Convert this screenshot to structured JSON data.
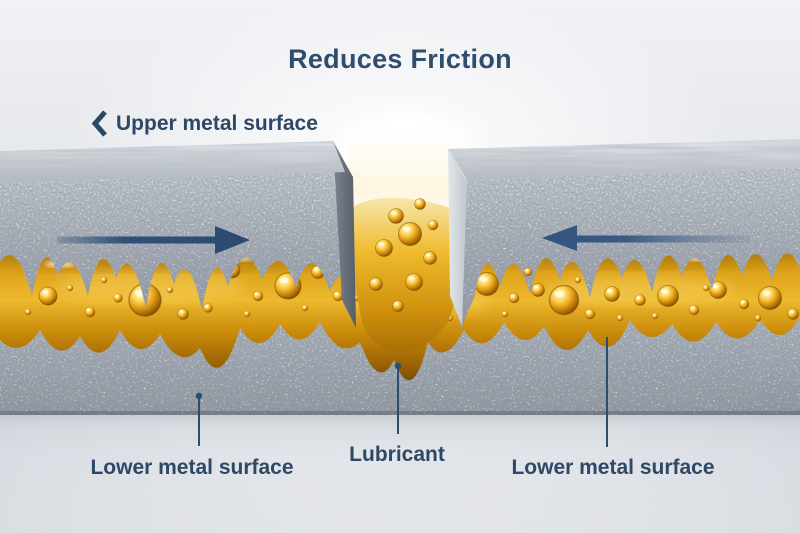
{
  "title": "Reduces Friction",
  "annotations": {
    "upper_surface": "Upper metal surface",
    "lower_surface_left": "Lower metal surface",
    "lubricant": "Lubricant",
    "lower_surface_right": "Lower metal surface"
  },
  "icons": {
    "upper_chevron": "chevron-left"
  },
  "arrows": [
    {
      "side": "left-block",
      "direction": "right"
    },
    {
      "side": "right-block",
      "direction": "left"
    }
  ],
  "colors": {
    "title_text": "#2f4e6d",
    "label_text": "#2d4865",
    "arrow_blue": "#2f5078",
    "leader_line": "#2d4d6e",
    "lubricant_gold": "#e3a914",
    "lubricant_deep": "#6e4a06",
    "metal_gray": "#9aa1ab",
    "background": "#e9ebee"
  }
}
